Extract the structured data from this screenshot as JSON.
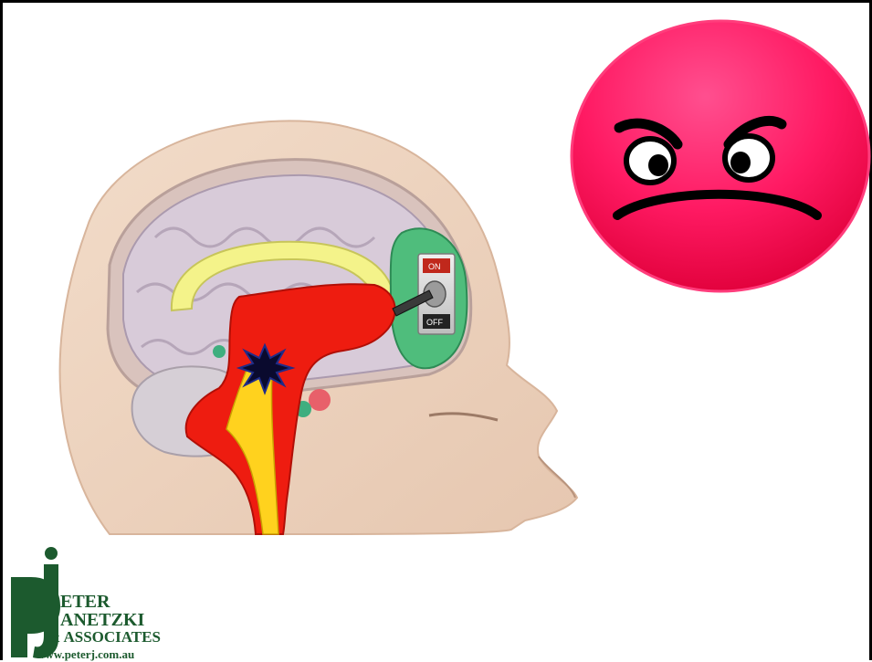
{
  "logo": {
    "mark": "pj",
    "line1": "ETER",
    "line2": "ANETZKI",
    "line3": "& ASSOCIATES",
    "url": "www.peterj.com.au"
  },
  "switch": {
    "on_label": "ON",
    "off_label": "OFF"
  },
  "colors": {
    "frame": "#000000",
    "brainstem_red": "#ee1c10",
    "brainstem_yellow": "#ffd21e",
    "switch_green": "#4fbd7c",
    "corpus_yellow": "#f4f38a",
    "face_pink": "#ff1f6e",
    "logo_green": "#1c5a2e"
  },
  "icons": [
    "angry-face-icon",
    "toggle-switch-icon",
    "explosion-star-icon"
  ]
}
